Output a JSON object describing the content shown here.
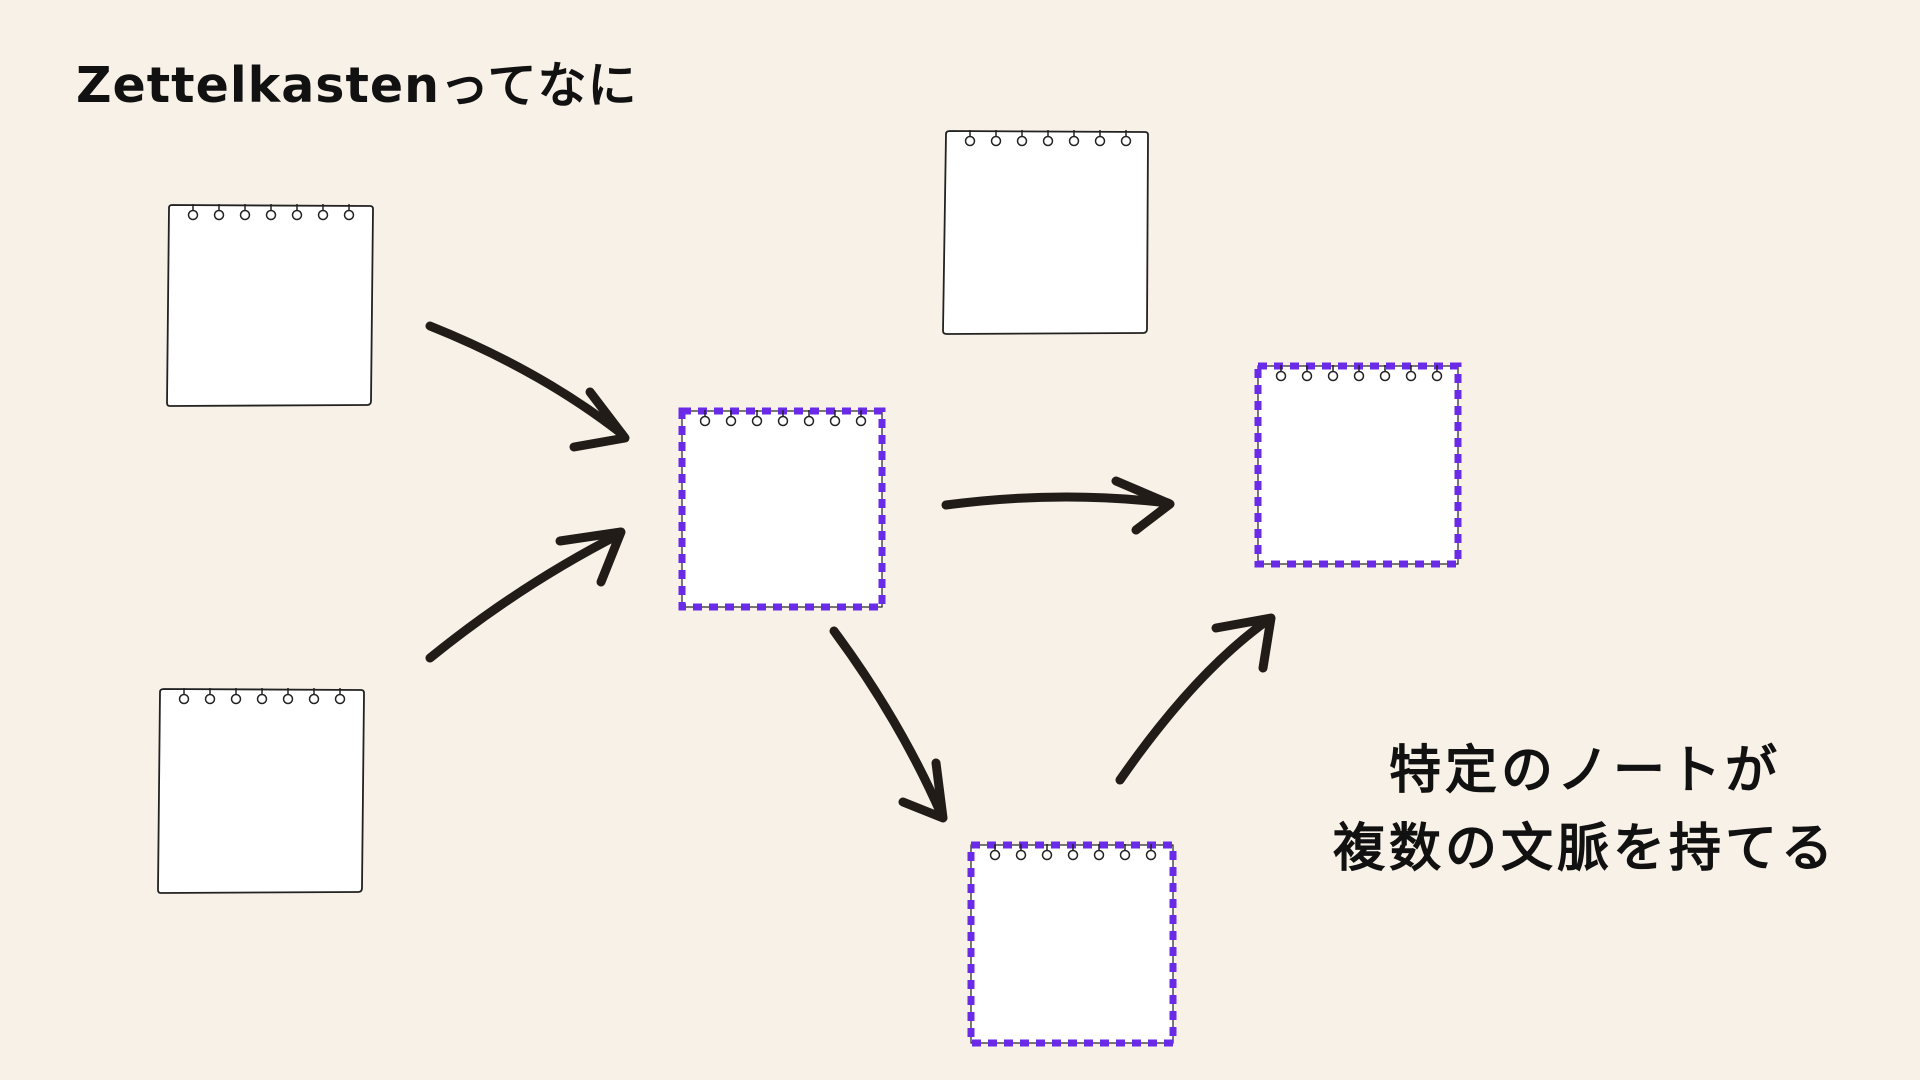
{
  "slide": {
    "title": "Zettelkastenってなに",
    "caption": {
      "line1": "特定のノートが",
      "line2": "複数の文脈を持てる"
    }
  },
  "colors": {
    "background": "#f8f1e8",
    "note_fill": "#ffffff",
    "note_outline": "#222222",
    "highlight_dashed": "#6a2be8",
    "arrow": "#221c19",
    "text": "#111111"
  },
  "diagram": {
    "notes": [
      {
        "id": "note-a",
        "highlighted": false
      },
      {
        "id": "note-b",
        "highlighted": false
      },
      {
        "id": "note-c",
        "highlighted": false
      },
      {
        "id": "note-center",
        "highlighted": true
      },
      {
        "id": "note-right",
        "highlighted": true
      },
      {
        "id": "note-bottom",
        "highlighted": true
      }
    ],
    "edges": [
      {
        "from": "note-a",
        "to": "note-center"
      },
      {
        "from": "note-b",
        "to": "note-center"
      },
      {
        "from": "note-center",
        "to": "note-right"
      },
      {
        "from": "note-center",
        "to": "note-bottom"
      },
      {
        "from": "note-bottom",
        "to": "note-right"
      }
    ]
  }
}
